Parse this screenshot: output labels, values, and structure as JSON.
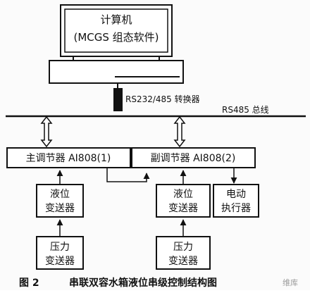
{
  "computer": {
    "line1": "计算机",
    "line2": "(MCGS 组态软件)"
  },
  "converter_label": "RS232/485 转换器",
  "bus_label": "RS485 总线",
  "main_regulator": "主调节器 AI808(1)",
  "sub_regulator": "副调节器 AI808(2)",
  "level_transmitter_1": [
    "液位",
    "变送器"
  ],
  "pressure_transmitter_1": [
    "压力",
    "变送器"
  ],
  "level_transmitter_2": [
    "液位",
    "变送器"
  ],
  "pressure_transmitter_2": [
    "压力",
    "变送器"
  ],
  "actuator": [
    "电动",
    "执行器"
  ],
  "caption": {
    "figure_number": "图 2",
    "title": "串联双容水箱液位串级控制结构图"
  },
  "watermark": "维库"
}
